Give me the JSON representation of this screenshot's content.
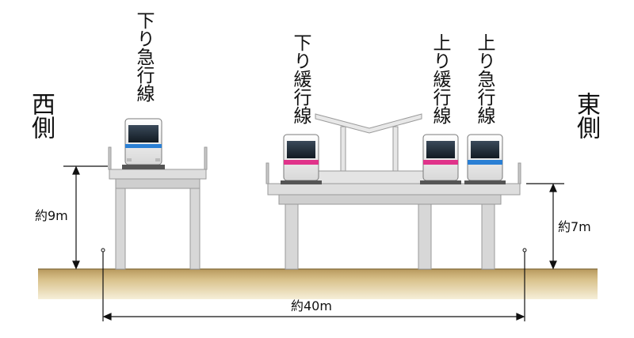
{
  "labels": {
    "west": "西側",
    "east": "東側",
    "track_down_express": "下り急行線",
    "track_down_local": "下り緩行線",
    "track_up_local": "上り緩行線",
    "track_up_express": "上り急行線"
  },
  "dimensions": {
    "west_height": "約9m",
    "east_height": "約7m",
    "total_width": "約40m"
  },
  "colors": {
    "ground": "#cdb37a",
    "structure": "#d9d9d9",
    "structure_dark": "#b5b5b5",
    "line_express": "#2a7fd4",
    "line_local": "#e0338a",
    "train_body": "#f2f2f2"
  }
}
